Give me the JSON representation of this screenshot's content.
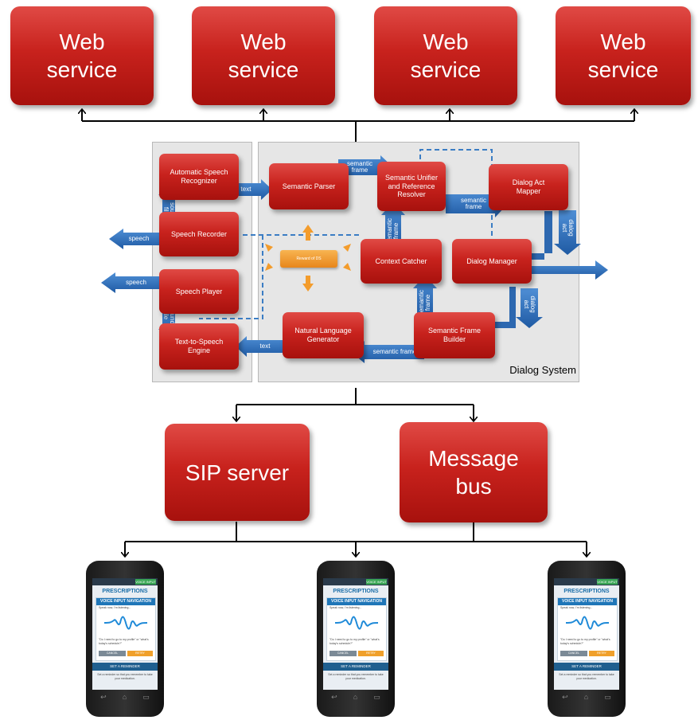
{
  "web_services": [
    "Web\nservice",
    "Web\nservice",
    "Web\nservice",
    "Web\nservice"
  ],
  "dialog_system": {
    "title": "Dialog System",
    "modules": {
      "asr": "Automatic Speech\nRecognizer",
      "speech_recorder": "Speech Recorder",
      "speech_player": "Speech Player",
      "tts": "Text-to-Speech\nEngine",
      "semantic_parser": "Semantic Parser",
      "unifier": "Semantic Unifier\nand Reference\nResolver",
      "dialog_act_mapper": "Dialog Act\nMapper",
      "context_catcher": "Context Catcher",
      "dialog_manager": "Dialog Manager",
      "nlg": "Natural Language\nGenerator",
      "frame_builder": "Semantic Frame\nBuilder",
      "reward": "Reward of DS"
    },
    "arrows": {
      "speech_in": "speech",
      "speech_out": "speech",
      "sound_file_top": "sound\nfile",
      "sound_file_bottom": "sound\nfile",
      "text_asr": "text",
      "text_tts": "text",
      "semantic_frame_1": "semantic\nframe",
      "semantic_frame_2": "semantic\nframe",
      "semantic_frame_3": "semantic\nframe",
      "semantic_frame_4": "semantic\nframe",
      "semantic_frame_5": "semantic frame",
      "dialog_act_1": "dialog\nact",
      "dialog_act_2": "dialog\nact"
    }
  },
  "servers": {
    "sip": "SIP server",
    "message_bus": "Message\nbus"
  },
  "phones": [
    {
      "status": "VOICE INPUT",
      "header": "PRESCRIPTIONS",
      "card_title": "VOICE INPUT NAVIGATION",
      "hint": "Speak now, I'm listening...",
      "query": "\"Do I need to go to my profile\" or \"what's today's schedule?\"",
      "cancel": "CANCEL",
      "retry": "RETRY",
      "bottom_button": "SET A REMINDER",
      "footer": "Set a reminder so that you remember to take your medication."
    },
    {
      "status": "VOICE INPUT",
      "header": "PRESCRIPTIONS",
      "card_title": "VOICE INPUT NAVIGATION",
      "hint": "Speak now, I'm listening...",
      "query": "\"Do I need to go to my profile\" or \"what's today's schedule?\"",
      "cancel": "CANCEL",
      "retry": "RETRY",
      "bottom_button": "SET A REMINDER",
      "footer": "Set a reminder so that you remember to take your medication."
    },
    {
      "status": "VOICE INPUT",
      "header": "PRESCRIPTIONS",
      "card_title": "VOICE INPUT NAVIGATION",
      "hint": "Speak now, I'm listening...",
      "query": "\"Do I need to go to my profile\" or \"what's today's schedule?\"",
      "cancel": "CANCEL",
      "retry": "RETRY",
      "bottom_button": "SET A REMINDER",
      "footer": "Set a reminder so that you remember to take your medication."
    }
  ],
  "colors": {
    "box_red": "#c8221d",
    "arrow_blue": "#2f6fb5",
    "panel_grey": "#e6e6e6",
    "reward_orange": "#f39c2c"
  }
}
